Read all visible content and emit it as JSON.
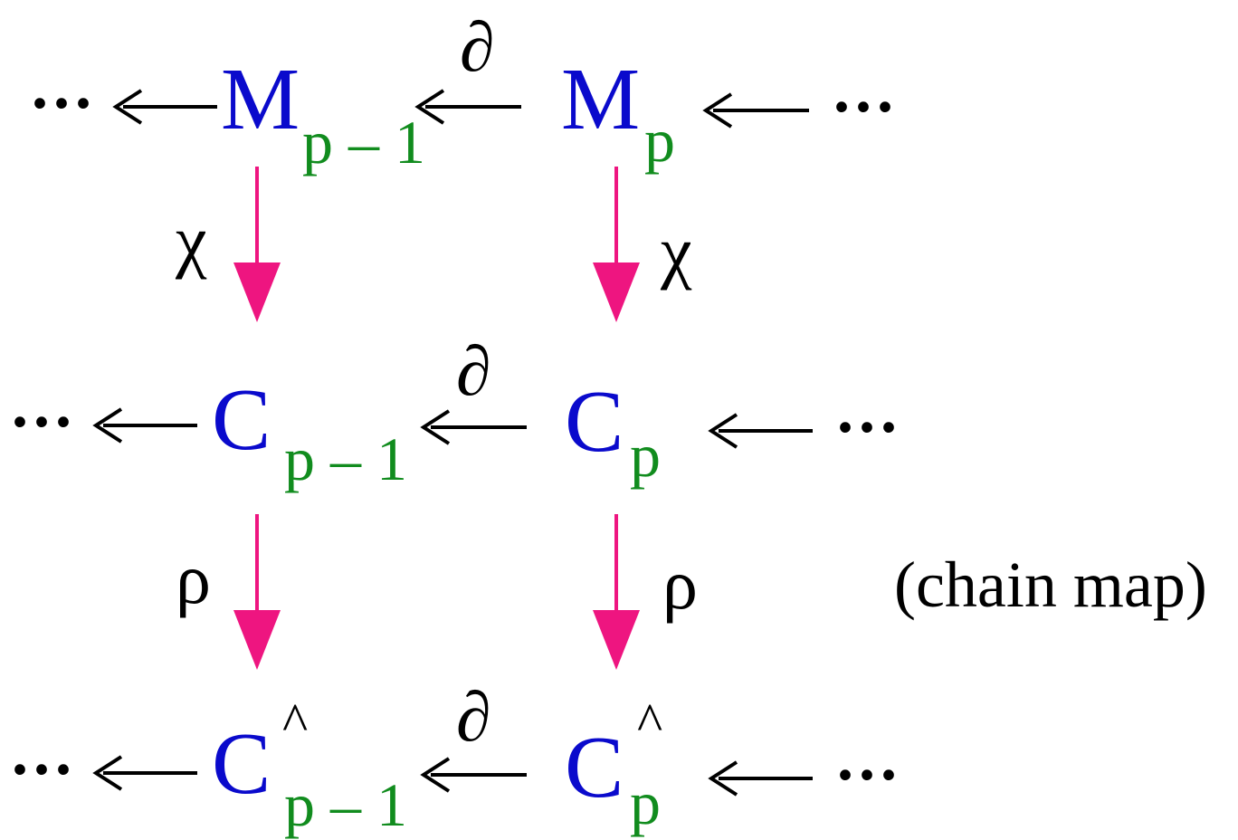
{
  "colors": {
    "object": "#0a0acc",
    "subscript": "#118c1e",
    "vertical_arrow": "#ee1580",
    "horizontal_arrow": "#000000",
    "text": "#000000",
    "background": "#ffffff"
  },
  "labels": {
    "ellipsis": "···",
    "boundary": "∂",
    "chi": "χ",
    "rho": "ρ",
    "hat": "^",
    "note": "(chain map)"
  },
  "rows": [
    {
      "id": "m",
      "left_object": "M",
      "left_subscript": "p – 1",
      "right_object": "M",
      "right_subscript": "p",
      "hat": false
    },
    {
      "id": "c",
      "left_object": "C",
      "left_subscript": "p – 1",
      "right_object": "C",
      "right_subscript": "p",
      "hat": false
    },
    {
      "id": "chat",
      "left_object": "C",
      "left_subscript": "p – 1",
      "right_object": "C",
      "right_subscript": "p",
      "hat": true
    }
  ]
}
